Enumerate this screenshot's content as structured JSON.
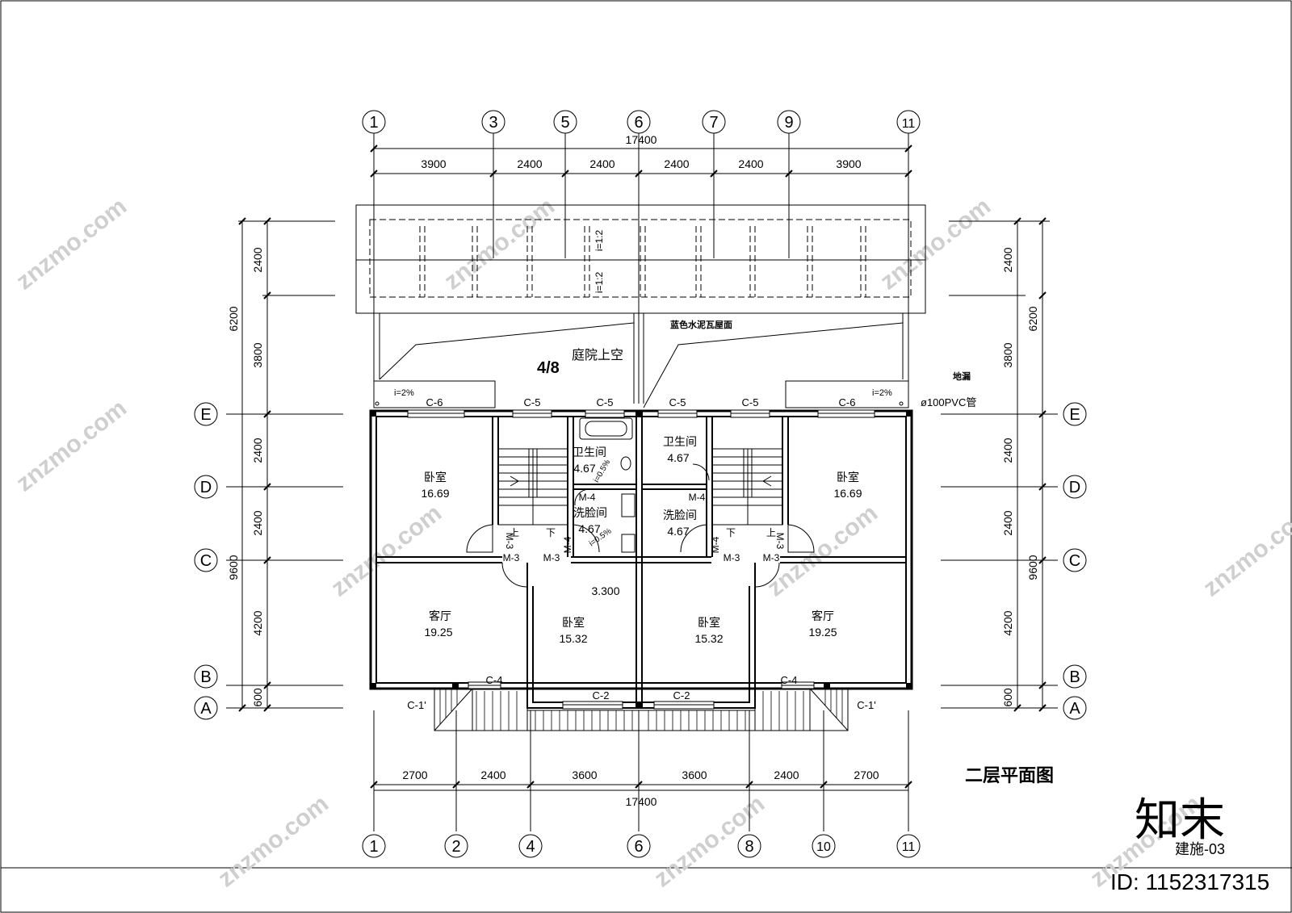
{
  "drawing": {
    "title": "二层平面图",
    "sheet_number": "建施-03",
    "overall_width": "17400",
    "overall_depth": "9600",
    "upper_depth": "6200"
  },
  "grid": {
    "top": [
      "1",
      "3",
      "5",
      "6",
      "7",
      "9",
      "11"
    ],
    "bottom": [
      "1",
      "2",
      "4",
      "6",
      "8",
      "10",
      "11"
    ],
    "rows": [
      "E",
      "D",
      "C",
      "B",
      "A"
    ]
  },
  "dimensions": {
    "top": [
      "3900",
      "2400",
      "2400",
      "2400",
      "2400",
      "3900"
    ],
    "bottom": [
      "2700",
      "2400",
      "3600",
      "3600",
      "2400",
      "2700"
    ],
    "left_lower": [
      "2400",
      "2400",
      "4200",
      "600"
    ],
    "left_upper": [
      "2400",
      "3800"
    ]
  },
  "rooms": [
    {
      "name": "卧室",
      "area": "16.69"
    },
    {
      "name": "卫生间",
      "area": "4.67"
    },
    {
      "name": "洗脸间",
      "area": "4.67"
    },
    {
      "name": "卫生间",
      "area": "4.67"
    },
    {
      "name": "洗脸间",
      "area": "4.67"
    },
    {
      "name": "卧室",
      "area": "16.69"
    },
    {
      "name": "客厅",
      "area": "19.25"
    },
    {
      "name": "卧室",
      "area": "15.32"
    },
    {
      "name": "卧室",
      "area": "15.32"
    },
    {
      "name": "客厅",
      "area": "19.25"
    }
  ],
  "labels": {
    "courtyard": "庭院上空",
    "courtyard_mark": "4/8",
    "roof": "蓝色水泥瓦屋面",
    "floor_drain": "地漏",
    "pvc": "ø100PVC管",
    "elevation": "3.300",
    "slope_2": "i=2%",
    "slope_12": "i=1:2",
    "slope_05": "i=0.5%",
    "stair_up": "上",
    "stair_down": "下"
  },
  "windows": {
    "c6": "C-6",
    "c5": "C-5",
    "c4": "C-4",
    "c2": "C-2",
    "c1": "C-1'"
  },
  "doors": {
    "m3": "M-3",
    "m4": "M-4"
  },
  "watermark": {
    "site": "znzmo.com",
    "brand": "知末",
    "id": "ID: 1152317315"
  }
}
